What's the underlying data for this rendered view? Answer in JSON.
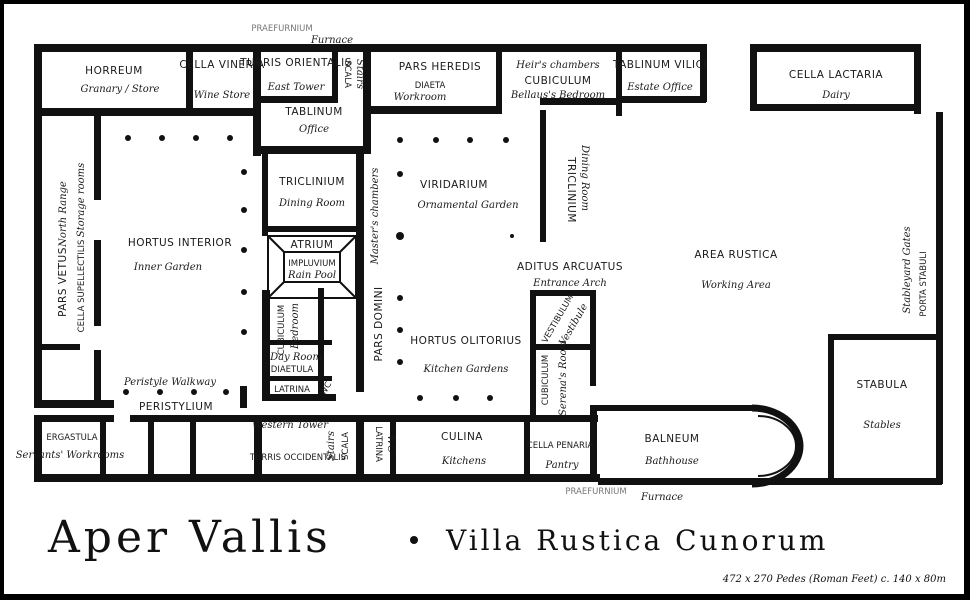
{
  "title": "Aper Vallis",
  "subtitle": "Villa Rustica Cunorum",
  "scale": "472 x 270 Pedes (Roman Feet) c. 140 x 80m",
  "rooms": {
    "horreum": {
      "name": "HORREUM",
      "desc": "Granary / Store"
    },
    "cella_vineria": {
      "name": "CELLA VINERIA",
      "desc": "Wine Store"
    },
    "turris_orientalis": {
      "name": "TURRIS ORIENTALIS",
      "desc": "East Tower"
    },
    "scala_top": {
      "name": "SCALA",
      "desc": "Stairs"
    },
    "praefurnium_top": {
      "name": "PRAEFURNIUM",
      "desc": "Furnace"
    },
    "pars_heredis": {
      "name": "PARS HEREDIS",
      "desc": "Heir's chambers"
    },
    "diaeta": {
      "name": "DIAETA",
      "desc": "Workroom"
    },
    "cubiculum_top": {
      "name": "CUBICULUM",
      "desc": "Bellaus's Bedroom"
    },
    "tablinum_vilici": {
      "name": "TABLINUM VILICI",
      "desc": "Estate Office"
    },
    "cella_lactaria": {
      "name": "CELLA LACTARIA",
      "desc": "Dairy"
    },
    "tablinum": {
      "name": "TABLINUM",
      "desc": "Office"
    },
    "triclinium_left": {
      "name": "TRICLINIUM",
      "desc": "Dining Room"
    },
    "triclinium_right": {
      "name": "TRICLINIUM",
      "desc": "Dining Room"
    },
    "viridarium": {
      "name": "VIRIDARIUM",
      "desc": "Ornamental Garden"
    },
    "atrium": {
      "name": "ATRIUM"
    },
    "impluvium": {
      "name": "IMPLUVIUM",
      "desc": "Rain Pool"
    },
    "masters": {
      "desc": "Master's chambers"
    },
    "pars_domini": {
      "name": "PARS DOMINI"
    },
    "hortus_interior": {
      "name": "HORTUS INTERIOR",
      "desc": "Inner Garden"
    },
    "pars_vetus": {
      "name": "PARS VETUS",
      "desc": "North Range",
      "extra": "CELLA SUPELLECTILIS",
      "extra_desc": "Storage rooms"
    },
    "cubiculum_mid": {
      "name": "CUBICULUM",
      "desc": "Bedroom"
    },
    "day_room": {
      "desc": "Day Room",
      "name": "DIAETULA"
    },
    "latrina_mid": {
      "name": "LATRINA",
      "desc": "WC"
    },
    "hortus_olitorius": {
      "name": "HORTUS OLITORIUS",
      "desc": "Kitchen Gardens"
    },
    "aditus": {
      "name": "ADITUS ARCUATUS",
      "desc": "Entrance Arch"
    },
    "vestibulum": {
      "name": "VESTIBULUM",
      "desc": "Vestibule"
    },
    "cubiculum_serena": {
      "name": "CUBICULUM",
      "desc": "Serena's Room"
    },
    "area_rustica": {
      "name": "AREA RUSTICA",
      "desc": "Working Area"
    },
    "stableyard": {
      "desc": "Stableyard Gates",
      "name": "PORTA STABULI"
    },
    "stabula": {
      "name": "STABULA",
      "desc": "Stables"
    },
    "peristylium": {
      "desc": "Peristyle Walkway",
      "name": "PERISTYLIUM"
    },
    "ergastula": {
      "name": "ERGASTULA",
      "desc": "Servants' Workrooms"
    },
    "turris_occidentalis": {
      "desc": "Western Tower",
      "name": "TURRIS OCCIDENTALIS"
    },
    "scala_bottom": {
      "desc": "Stairs",
      "name": "SCALA"
    },
    "latrina_bottom": {
      "name": "LATRINA",
      "desc": "WC"
    },
    "culina": {
      "name": "CULINA",
      "desc": "Kitchens"
    },
    "cella_penaria": {
      "name": "CELLA PENARIA",
      "desc": "Pantry"
    },
    "balneum": {
      "name": "BALNEUM",
      "desc": "Bathhouse"
    },
    "praefurnium_bottom": {
      "name": "PRAEFURNIUM",
      "desc": "Furnace"
    }
  }
}
